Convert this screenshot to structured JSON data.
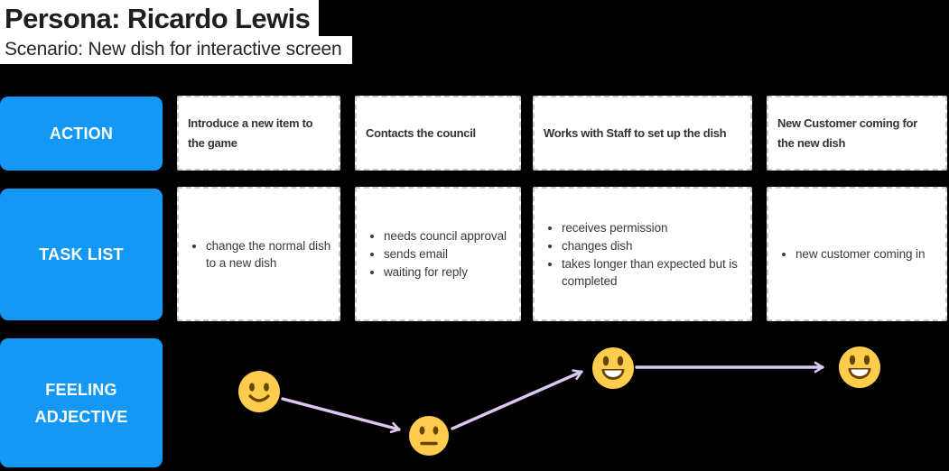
{
  "header": {
    "title": "Persona: Ricardo Lewis",
    "subtitle": "Scenario: New dish for interactive screen"
  },
  "row_labels": {
    "action": "ACTION",
    "task_list": "TASK LIST",
    "feeling": "FEELING ADJECTIVE"
  },
  "columns": [
    {
      "action": "Introduce a new item to the game",
      "tasks": [
        "change the normal dish to a new dish"
      ],
      "feeling_emoji": "slightly-smiling-face"
    },
    {
      "action": "Contacts the council",
      "tasks": [
        "needs council approval",
        "sends email",
        "waiting for reply"
      ],
      "feeling_emoji": "neutral-face"
    },
    {
      "action": "Works with Staff to set up the dish",
      "tasks": [
        "receives permission",
        "changes dish",
        "takes longer than expected but is completed"
      ],
      "feeling_emoji": "grinning-face"
    },
    {
      "action": "New Customer coming for the new dish",
      "tasks": [
        "new customer coming in"
      ],
      "feeling_emoji": "grinning-face"
    }
  ],
  "colors": {
    "background": "#000000",
    "accent_blue": "#1398F6",
    "card_background": "#FFFFFF",
    "card_border": "#C9C9C9",
    "text_dark": "#333333",
    "arrow": "#DCC8F2",
    "emoji_face": "#FFCC4D",
    "emoji_features": "#664500"
  }
}
